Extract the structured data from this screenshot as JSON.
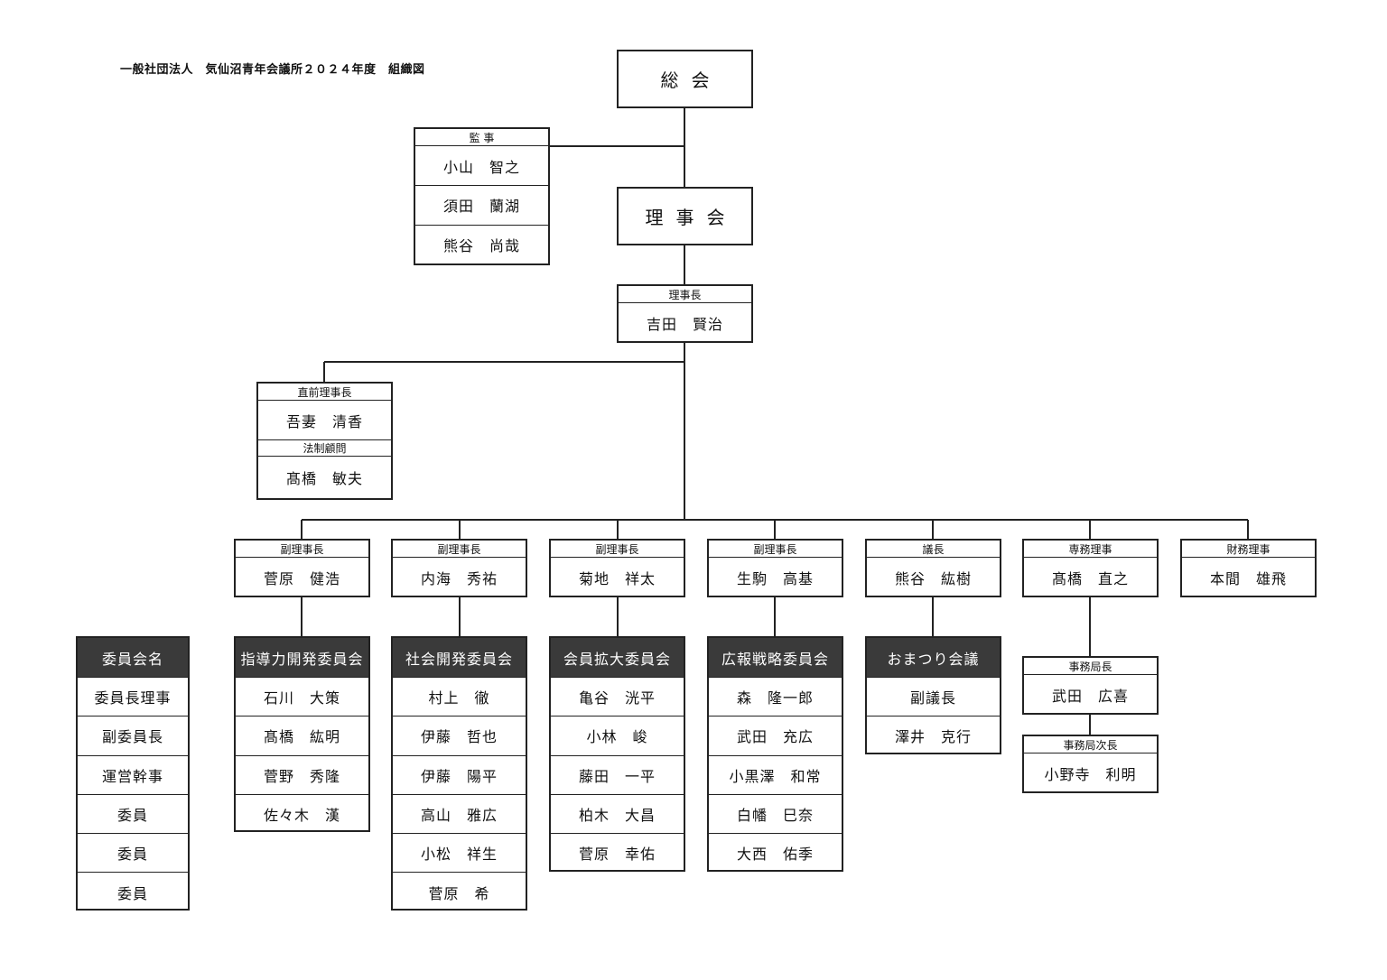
{
  "title": "一般社団法人　気仙沼青年会議所２０２４年度　組織図",
  "top": {
    "general": "総会",
    "board": "理事会"
  },
  "auditors": {
    "label": "監 事",
    "names": [
      "小山　智之",
      "須田　蘭湖",
      "熊谷　尚哉"
    ]
  },
  "president": {
    "role": "理事長",
    "name": "吉田　賢治"
  },
  "past": {
    "role": "直前理事長",
    "name": "吾妻　清香",
    "role2": "法制顧問",
    "name2": "髙橋　敏夫"
  },
  "officers": [
    {
      "role": "副理事長",
      "name": "菅原　健浩"
    },
    {
      "role": "副理事長",
      "name": "内海　秀祐"
    },
    {
      "role": "副理事長",
      "name": "菊地　祥太"
    },
    {
      "role": "副理事長",
      "name": "生駒　高基"
    },
    {
      "role": "議長",
      "name": "熊谷　紘樹"
    },
    {
      "role": "専務理事",
      "name": "髙橋　直之"
    },
    {
      "role": "財務理事",
      "name": "本間　雄飛"
    }
  ],
  "legend": {
    "head": "委員会名",
    "rows": [
      "委員長理事",
      "副委員長",
      "運営幹事",
      "委員",
      "委員",
      "委員"
    ]
  },
  "committees": [
    {
      "head": "指導力開発委員会",
      "members": [
        "石川　大策",
        "髙橋　紘明",
        "菅野　秀隆",
        "佐々木　漢"
      ]
    },
    {
      "head": "社会開発委員会",
      "members": [
        "村上　徹",
        "伊藤　哲也",
        "伊藤　陽平",
        "高山　雅広",
        "小松　祥生",
        "菅原　希"
      ]
    },
    {
      "head": "会員拡大委員会",
      "members": [
        "亀谷　洸平",
        "小林　峻",
        "藤田　一平",
        "柏木　大昌",
        "菅原　幸佑"
      ]
    },
    {
      "head": "広報戦略委員会",
      "members": [
        "森　隆一郎",
        "武田　充広",
        "小黒澤　和常",
        "白幡　巳奈",
        "大西　佑季"
      ]
    },
    {
      "head": "おまつり会議",
      "members": [
        "副議長",
        "澤井　克行"
      ]
    }
  ],
  "secretariat": [
    {
      "role": "事務局長",
      "name": "武田　広喜"
    },
    {
      "role": "事務局次長",
      "name": "小野寺　利明"
    }
  ]
}
